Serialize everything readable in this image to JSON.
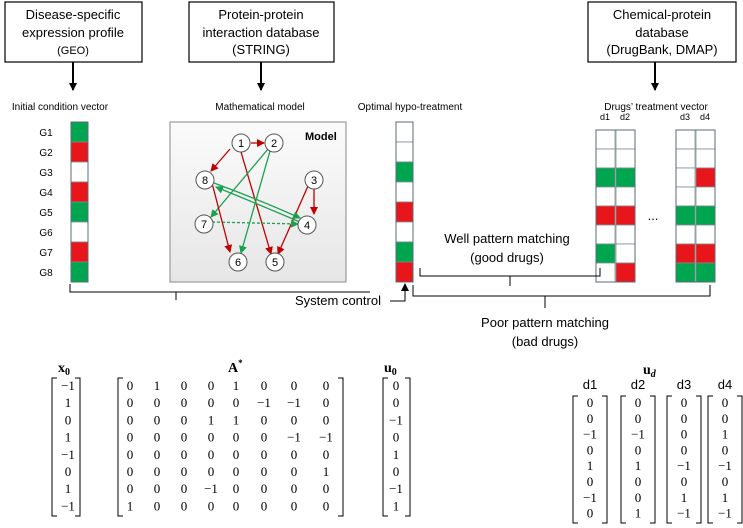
{
  "sources": {
    "geo": {
      "line1": "Disease-specific",
      "line2": "expression profile",
      "line3": "(GEO)"
    },
    "string": {
      "line1": "Protein-protein",
      "line2": "interaction database",
      "line3": "(STRING)"
    },
    "drugbank": {
      "line1": "Chemical-protein",
      "line2": "database",
      "line3": "(DrugBank, DMAP)"
    }
  },
  "labels": {
    "initial_vector": "Initial condition vector",
    "math_model": "Mathematical model",
    "optimal": "Optimal hypo-treatment",
    "drugs_vector": "Drugs’ treatment vector",
    "model": "Model",
    "well_line1": "Well pattern matching",
    "well_line2": "(good drugs)",
    "system_control": "System control",
    "poor_line1": "Poor pattern matching",
    "poor_line2": "(bad drugs)",
    "ellipsis": "..."
  },
  "genes": [
    "G1",
    "G2",
    "G3",
    "G4",
    "G5",
    "G6",
    "G7",
    "G8"
  ],
  "colors": {
    "green": "#00a550",
    "red": "#e8161b",
    "white": "#ffffff",
    "arrow_red": "#c00000",
    "arrow_green": "#1aa050"
  },
  "initial_vector": [
    "green",
    "red",
    "white",
    "red",
    "green",
    "white",
    "red",
    "green"
  ],
  "optimal_vector": [
    "white",
    "white",
    "green",
    "white",
    "red",
    "white",
    "green",
    "red"
  ],
  "drug_names": [
    "d1",
    "d2",
    "d3",
    "d4"
  ],
  "drug_vectors": {
    "d1": [
      "white",
      "white",
      "green",
      "white",
      "red",
      "white",
      "green",
      "white"
    ],
    "d2": [
      "white",
      "white",
      "green",
      "white",
      "red",
      "white",
      "white",
      "red"
    ],
    "d3": [
      "white",
      "white",
      "white",
      "white",
      "green",
      "white",
      "red",
      "green"
    ],
    "d4": [
      "white",
      "white",
      "red",
      "white",
      "green",
      "white",
      "red",
      "green"
    ]
  },
  "nodes": [
    "1",
    "2",
    "3",
    "4",
    "5",
    "6",
    "7",
    "8"
  ],
  "matrices": {
    "x0_label": "x",
    "x0_sub": "0",
    "x0": [
      "−1",
      "1",
      "0",
      "1",
      "−1",
      "0",
      "1",
      "−1"
    ],
    "A_label": "A",
    "A_sup": "*",
    "A": [
      [
        "0",
        "1",
        "0",
        "0",
        "1",
        "0",
        "0",
        "0"
      ],
      [
        "0",
        "0",
        "0",
        "0",
        "0",
        "−1",
        "−1",
        "0"
      ],
      [
        "0",
        "0",
        "0",
        "1",
        "1",
        "0",
        "0",
        "0"
      ],
      [
        "0",
        "0",
        "0",
        "0",
        "0",
        "0",
        "−1",
        "−1"
      ],
      [
        "0",
        "0",
        "0",
        "0",
        "0",
        "0",
        "0",
        "0"
      ],
      [
        "0",
        "0",
        "0",
        "0",
        "0",
        "0",
        "0",
        "1"
      ],
      [
        "0",
        "0",
        "0",
        "−1",
        "0",
        "0",
        "0",
        "0"
      ],
      [
        "1",
        "0",
        "0",
        "0",
        "0",
        "0",
        "0",
        "0"
      ]
    ],
    "u0_label": "u",
    "u0_sub": "0",
    "u0": [
      "0",
      "0",
      "−1",
      "0",
      "1",
      "0",
      "−1",
      "1"
    ],
    "ud_label": "u",
    "ud_sub": "d",
    "ud_cols": [
      "d1",
      "d2",
      "d3",
      "d4"
    ],
    "ud": [
      [
        "0",
        "0",
        "−1",
        "0",
        "1",
        "0",
        "−1",
        "0"
      ],
      [
        "0",
        "0",
        "−1",
        "0",
        "1",
        "0",
        "0",
        "1"
      ],
      [
        "0",
        "0",
        "0",
        "0",
        "−1",
        "0",
        "1",
        "−1"
      ],
      [
        "0",
        "0",
        "1",
        "0",
        "−1",
        "0",
        "1",
        "−1"
      ]
    ]
  }
}
